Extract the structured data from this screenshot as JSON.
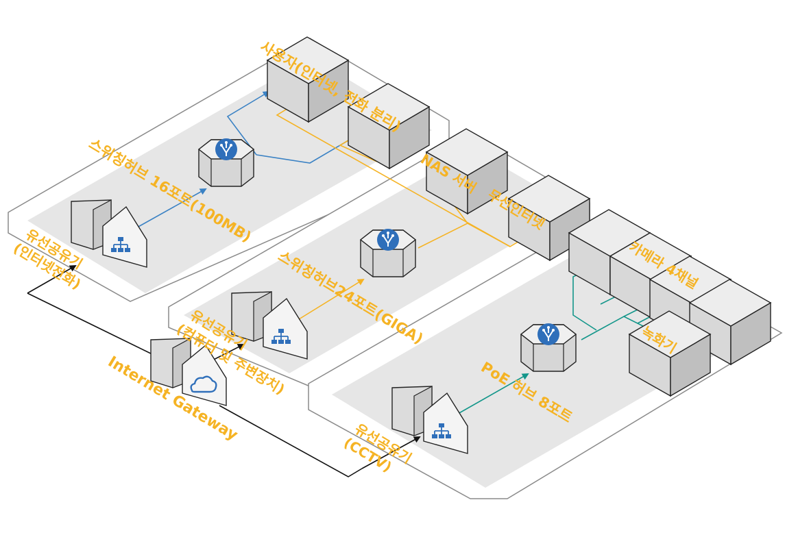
{
  "colors": {
    "label": "#f5b324",
    "blue_link": "#3b82c4",
    "yellow_link": "#f5b324",
    "teal_link": "#13968a",
    "black_link": "#111111",
    "zone_fill": "#e6e6e6",
    "zone_outline": "#8a8a8a",
    "hub_badge": "#2f6fba"
  },
  "labels": {
    "users": "사용자(인터넷, 전화 분리)",
    "switch16": "스위칭허브 16포트(100MB)",
    "router_phone_line1": "유선공유기",
    "router_phone_line2": "(인터넷전화)",
    "nas": "NAS 서버",
    "wireless": "무선인터넷",
    "switch24": "스위칭허브24포트(GIGA)",
    "router_pc_line1": "유선공유기",
    "router_pc_line2": "(컴퓨터 및 주변장치)",
    "gateway": "Internet Gateway",
    "camera": "카메라 4채널",
    "recorder": "녹화기",
    "poe": "PoE 허브 8포트",
    "router_cctv_line1": "유선공유기",
    "router_cctv_line2": "(CCTV)"
  },
  "icons": {
    "hub": "hub-icon",
    "router": "network-router-icon",
    "gateway": "cloud-icon",
    "server_box": "server-box-icon"
  }
}
